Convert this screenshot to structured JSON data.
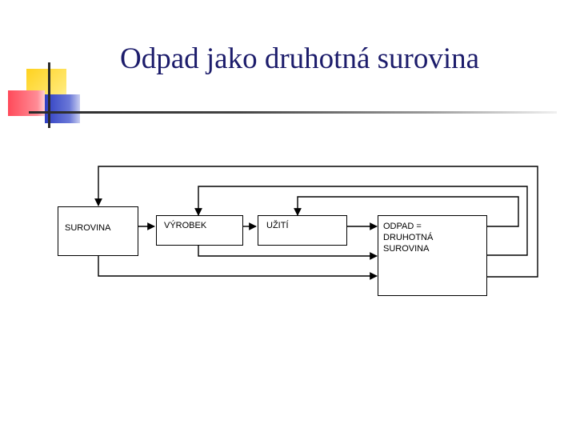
{
  "slide": {
    "title": "Odpad jako druhotná surovina"
  },
  "diagram": {
    "nodes": {
      "surovina": {
        "label": "SUROVINA"
      },
      "vyrobek": {
        "label": "VÝROBEK"
      },
      "uziti": {
        "label": "UŽITÍ"
      },
      "odpad": {
        "label_line1": "ODPAD =",
        "label_line2": "DRUHOTNÁ",
        "label_line3": "SUROVINA"
      }
    },
    "edges": [
      {
        "from": "SUROVINA",
        "to": "VÝROBEK"
      },
      {
        "from": "VÝROBEK",
        "to": "UŽITÍ"
      },
      {
        "from": "UŽITÍ",
        "to": "ODPAD = DRUHOTNÁ SUROVINA"
      },
      {
        "from": "ODPAD = DRUHOTNÁ SUROVINA",
        "to": "SUROVINA"
      },
      {
        "from": "ODPAD = DRUHOTNÁ SUROVINA",
        "to": "VÝROBEK"
      },
      {
        "from": "ODPAD = DRUHOTNÁ SUROVINA",
        "to": "UŽITÍ"
      },
      {
        "from": "VÝROBEK",
        "to": "ODPAD = DRUHOTNÁ SUROVINA"
      },
      {
        "from": "SUROVINA",
        "to": "ODPAD = DRUHOTNÁ SUROVINA"
      }
    ],
    "colors": {
      "title": "#1c1c6b",
      "accent_yellow": "#ffd21f",
      "accent_red": "#ff4a5a",
      "accent_blue": "#2f3fc2"
    }
  }
}
